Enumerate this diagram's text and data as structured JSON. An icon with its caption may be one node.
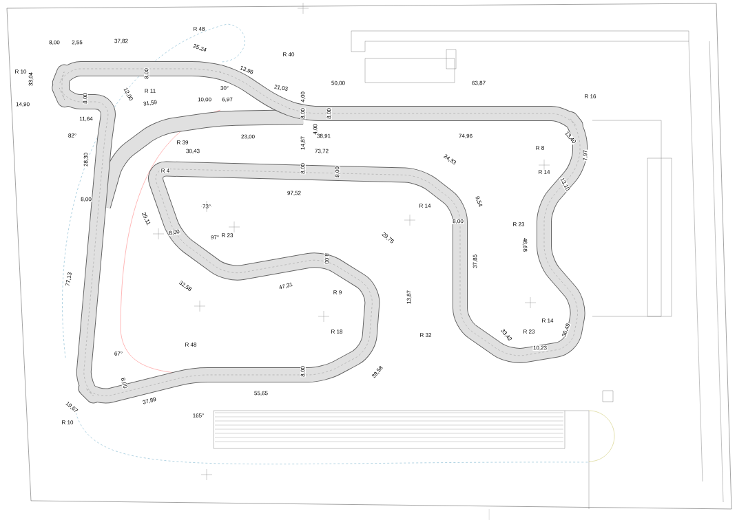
{
  "diagram": {
    "labels": [
      "R 48",
      "8,00",
      "2,55",
      "37,82",
      "25,24",
      "R 40",
      "R 10",
      "33,04",
      "8,00",
      "13,96",
      "21,03",
      "50,00",
      "63,87",
      "30°",
      "12,00",
      "R 11",
      "14,90",
      "8,00",
      "31,59",
      "10,00",
      "6,97",
      "4,00",
      "8,00",
      "8,00",
      "4,00",
      "11,64",
      "R 16",
      "82°",
      "R 39",
      "23,00",
      "14,87",
      "38,91",
      "74,96",
      "13,40",
      "R 8",
      "7,97",
      "30,43",
      "73,72",
      "24,33",
      "28,30",
      "R 4",
      "8,00",
      "8,00",
      "R 14",
      "13,10",
      "97,52",
      "9,54",
      "8,00",
      "29,11",
      "73°",
      "R 14",
      "8,00",
      "R 23",
      "8,00",
      "97°",
      "R 23",
      "46,68",
      "29,75",
      "8,00",
      "37,85",
      "77,13",
      "32,58",
      "47,31",
      "R 9",
      "13,87",
      "R 14",
      "R 23",
      "33,42",
      "36,49",
      "R 18",
      "R 32",
      "R 48",
      "67°",
      "10,23",
      "8,00",
      "39,58",
      "8,00",
      "55,65",
      "37,89",
      "19,67",
      "R 10",
      "165°"
    ]
  }
}
